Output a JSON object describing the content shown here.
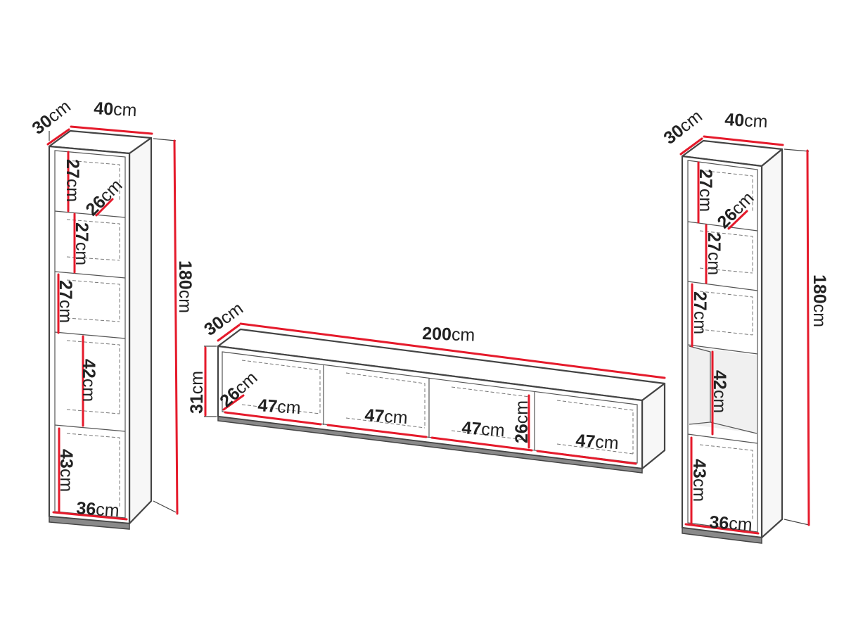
{
  "accent_color": "#e51a2b",
  "unit": "cm",
  "left_cabinet": {
    "depth": "30",
    "width": "40",
    "height": "180",
    "shelf_depth": "26",
    "compartments": [
      "27",
      "27",
      "27",
      "42",
      "43"
    ],
    "inner_width": "36"
  },
  "tv_unit": {
    "depth": "30",
    "width": "200",
    "height": "31",
    "inner_depth": "26",
    "inner_height": "26",
    "compartments": [
      "47",
      "47",
      "47",
      "47"
    ]
  },
  "right_cabinet": {
    "depth": "30",
    "width": "40",
    "height": "180",
    "shelf_depth": "26",
    "compartments": [
      "27",
      "27",
      "27",
      "42",
      "43"
    ],
    "inner_width": "36"
  }
}
